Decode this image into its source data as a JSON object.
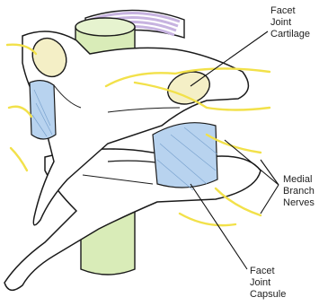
{
  "labels": {
    "facet_joint_cartilage": "Facet\nJoint\nCartilage",
    "medial_branch_nerves": "Medial\nBranch\nNerves",
    "facet_joint_capsule": "Facet\nJoint\nCapsule"
  },
  "colors": {
    "bone": "#ffffff",
    "outline": "#1a1a1a",
    "spinal_cord": "#d9ecb8",
    "disc_ring": "#c7b3e0",
    "nerves": "#f2e14a",
    "capsule": "#b8d3ef",
    "cartilage": "#f4efc6",
    "leader_line": "#111111"
  }
}
